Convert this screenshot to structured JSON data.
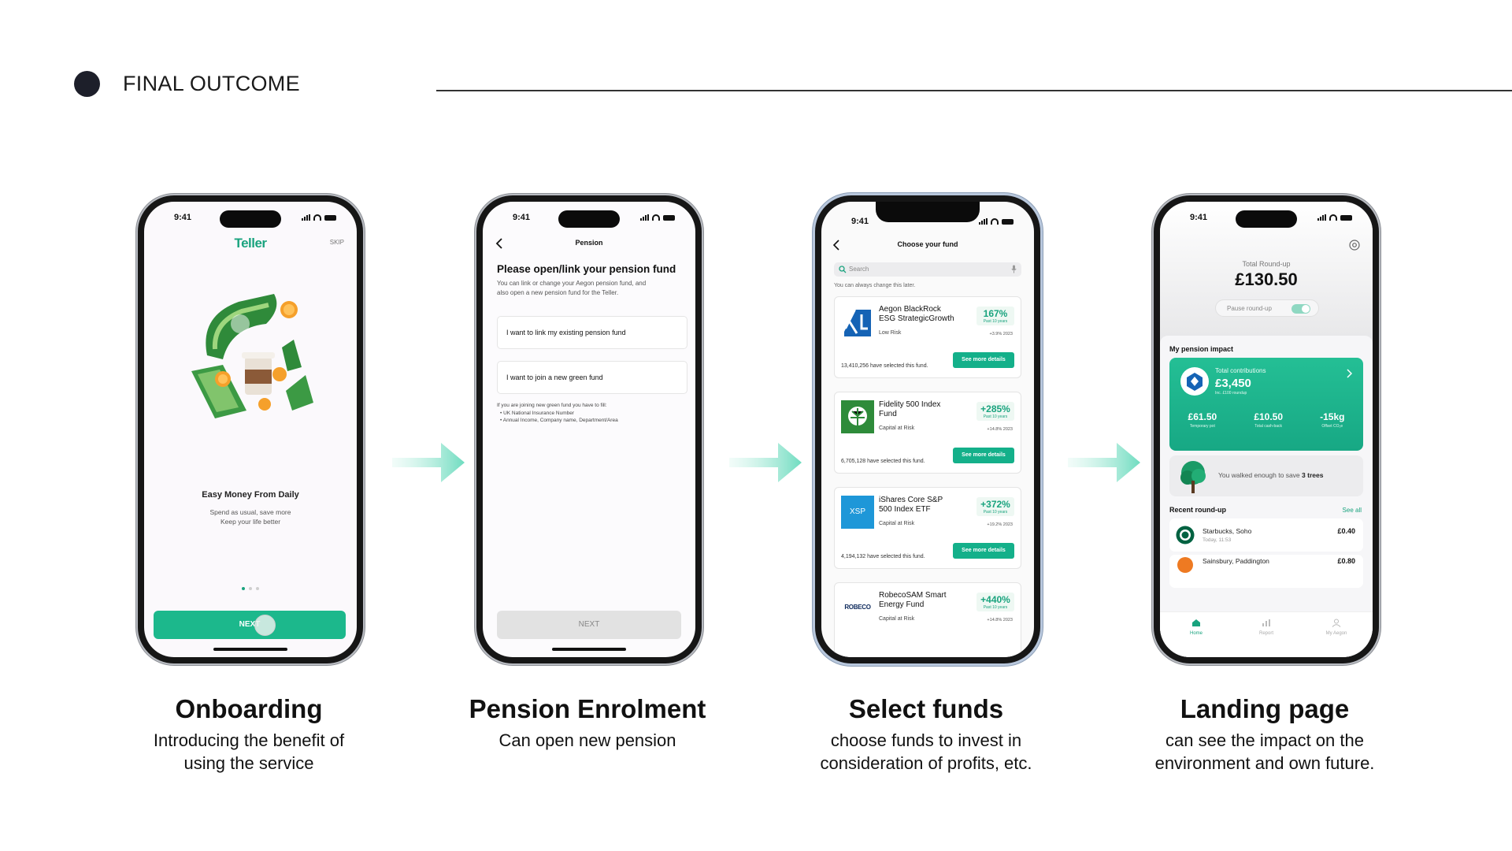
{
  "header": {
    "title": "FINAL OUTCOME"
  },
  "status_time": "9:41",
  "colors": {
    "accent": "#19A37E",
    "button": "#1CB88C",
    "dark": "#1D1F2A"
  },
  "phones": [
    {
      "logo": "Teller",
      "skip": "SKIP",
      "title": "Easy Money From Daily",
      "line1": "Spend as usual, save more",
      "line2": "Keep your life better",
      "button": "NEXT"
    },
    {
      "nav_title": "Pension",
      "heading": "Please open/link your pension fund",
      "desc1": "You can link or change your Aegon pension fund, and",
      "desc2": "also open a new pension fund for the Teller.",
      "option1": "I want to link my existing pension fund",
      "option2": "I want to join a new green fund",
      "note": "If you are joining new green fund you have to fill:",
      "bullet1": "UK National Insurance Number",
      "bullet2": "Annual Income, Company name, Department/Area",
      "button": "NEXT"
    },
    {
      "nav_title": "Choose your fund",
      "search_placeholder": "Search",
      "hint": "You can always change this later.",
      "see_more": "See more details",
      "funds": [
        {
          "name1": "Aegon BlackRock",
          "name2": "ESG StrategicGrowth",
          "risk": "Low Risk",
          "pct": "167%",
          "period": "Past 10 years",
          "year": "+3.9% 2023",
          "selected": "13,410,256 have selected this fund."
        },
        {
          "name1": "Fidelity 500 Index",
          "name2": "Fund",
          "risk": "Capital at Risk",
          "pct": "+285%",
          "period": "Past 10 years",
          "year": "+14.8% 2023",
          "selected": "6,705,128 have selected this fund."
        },
        {
          "name1": "iShares Core S&P",
          "name2": "500 Index ETF",
          "risk": "Capital at Risk",
          "pct": "+372%",
          "period": "Past 10 years",
          "year": "+19.2% 2023",
          "selected": "4,194,132 have selected this fund.",
          "logo_text": "XSP"
        },
        {
          "name1": "RobecoSAM Smart",
          "name2": "Energy Fund",
          "risk": "Capital at Risk",
          "pct": "+440%",
          "period": "Past 10 years",
          "year": "+14.8% 2023",
          "logo_text": "ROBECO"
        }
      ]
    },
    {
      "total_label": "Total Round-up",
      "total_value": "£130.50",
      "pause_label": "Pause round-up",
      "impact_title": "My pension impact",
      "contrib_label": "Total contributions",
      "contrib_value": "£3,450",
      "contrib_sub": "Inc. £100 roundup",
      "stats": [
        {
          "value": "£61.50",
          "label": "Temporary pot"
        },
        {
          "value": "£10.50",
          "label": "Total cash-back"
        },
        {
          "value": "-15kg",
          "label": "Offset CO₂e"
        }
      ],
      "trees_text": "You walked enough to save",
      "trees_count": "3 trees",
      "recent_title": "Recent round-up",
      "see_all": "See all",
      "tx1_name": "Starbucks, Soho",
      "tx1_time": "Today, 11:53",
      "tx1_amount": "£0.40",
      "tx2_name": "Sainsbury, Paddington",
      "tx2_amount": "£0.80",
      "tabs": [
        "Home",
        "Report",
        "My Aegon"
      ]
    }
  ],
  "captions": [
    {
      "title": "Onboarding",
      "line1": "Introducing the benefit of",
      "line2": "using the service"
    },
    {
      "title": "Pension Enrolment",
      "line1": "Can open new pension",
      "line2": ""
    },
    {
      "title": "Select funds",
      "line1": "choose funds to invest in",
      "line2": "consideration of profits, etc."
    },
    {
      "title": "Landing page",
      "line1": "can see the impact on the",
      "line2": "environment and own future."
    }
  ]
}
